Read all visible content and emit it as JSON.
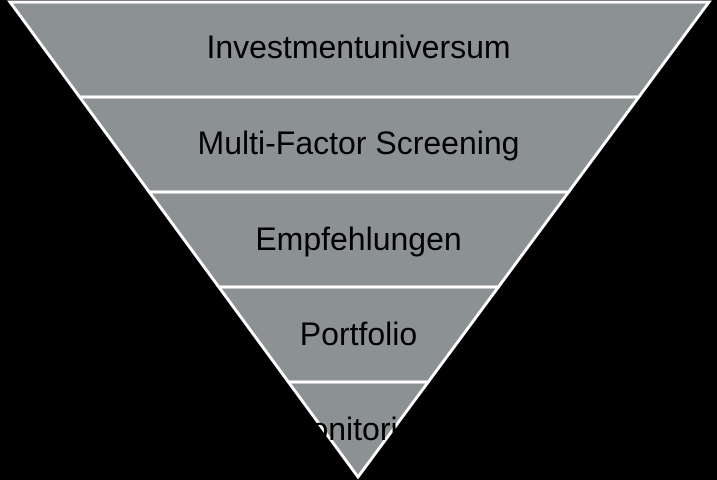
{
  "diagram": {
    "type": "inverted-pyramid-funnel",
    "level_count": 5,
    "levels": [
      {
        "label": "Investmentuniversum"
      },
      {
        "label": "Multi-Factor Screening"
      },
      {
        "label": "Empfehlungen"
      },
      {
        "label": "Portfolio"
      },
      {
        "label": "Monitoring"
      }
    ],
    "colors": {
      "background": "#000000",
      "segment_fill": "#8C9193",
      "segment_border": "#FFFFFF",
      "label_text": "#000000"
    }
  }
}
